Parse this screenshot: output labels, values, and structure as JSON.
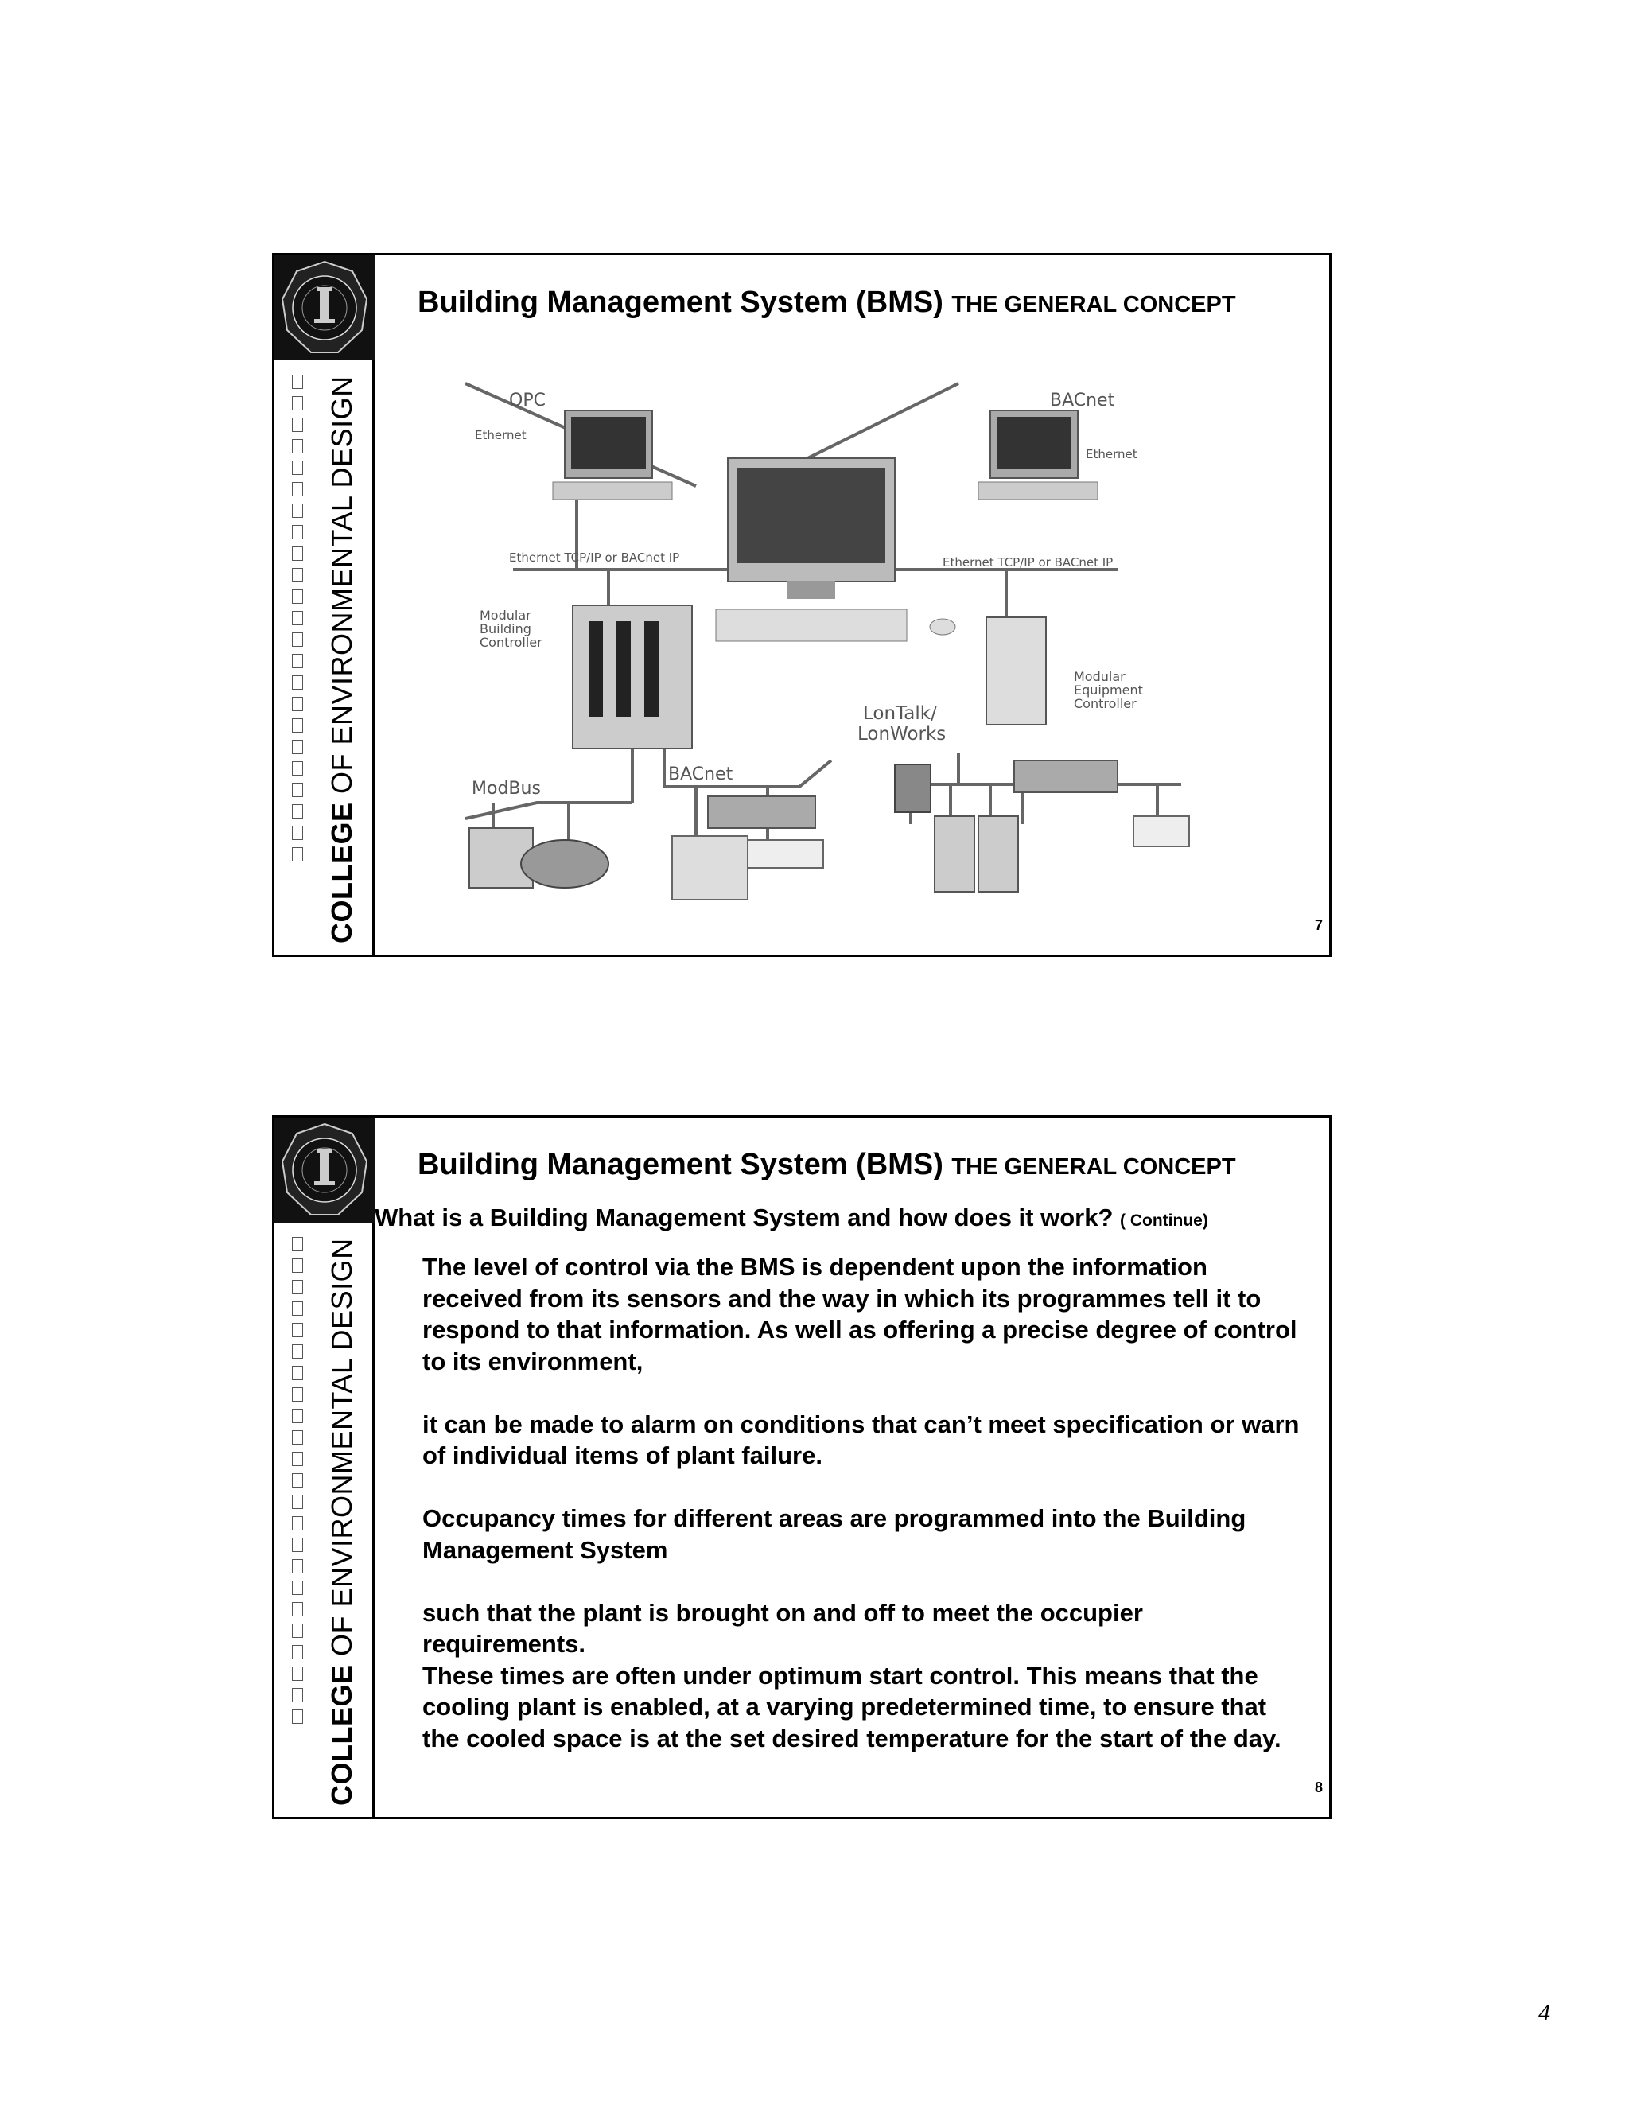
{
  "slides": [
    {
      "title": "Building Management System (BMS)",
      "subtitle": "THE GENERAL CONCEPT",
      "sidebar_bold": "COLLEGE",
      "sidebar_rest": "OF ENVIRONMENTAL DESIGN",
      "page_number": "7",
      "diagram": {
        "labels": {
          "opc": "OPC",
          "bacnet_top": "BACnet",
          "ethernet_left": "Ethernet",
          "ethernet_right": "Ethernet",
          "tcpip_left": "Ethernet TCP/IP or BACnet IP",
          "tcpip_right": "Ethernet TCP/IP or BACnet IP",
          "mbc_1": "Modular",
          "mbc_2": "Building",
          "mbc_3": "Controller",
          "mec_1": "Modular",
          "mec_2": "Equipment",
          "mec_3": "Controller",
          "lon_1": "LonTalk/",
          "lon_2": "LonWorks",
          "modbus": "ModBus",
          "bacnet_bottom": "BACnet"
        }
      }
    },
    {
      "title": "Building Management System (BMS)",
      "subtitle": "THE GENERAL CONCEPT",
      "sidebar_bold": "COLLEGE",
      "sidebar_rest": "OF ENVIRONMENTAL DESIGN",
      "page_number": "8",
      "question": "What is a Building Management System and how does it work?",
      "question_note": "( Continue)",
      "paragraphs": [
        "The level of control via the BMS is dependent upon the information received from its sensors and the way in which its programmes tell it to respond to that information. As well as offering a precise degree of control to its environment,",
        "it can be made to alarm on conditions that can’t meet specification or warn of individual items of plant failure.",
        "Occupancy times for different areas are programmed into the Building Management System",
        "such that the plant is brought on and off to meet the occupier requirements.",
        "These times are often under optimum start control. This means that the cooling plant is enabled, at a varying predetermined time, to ensure that the cooled space is at the set desired temperature for the start of the day."
      ]
    }
  ],
  "document_page_number": "4"
}
